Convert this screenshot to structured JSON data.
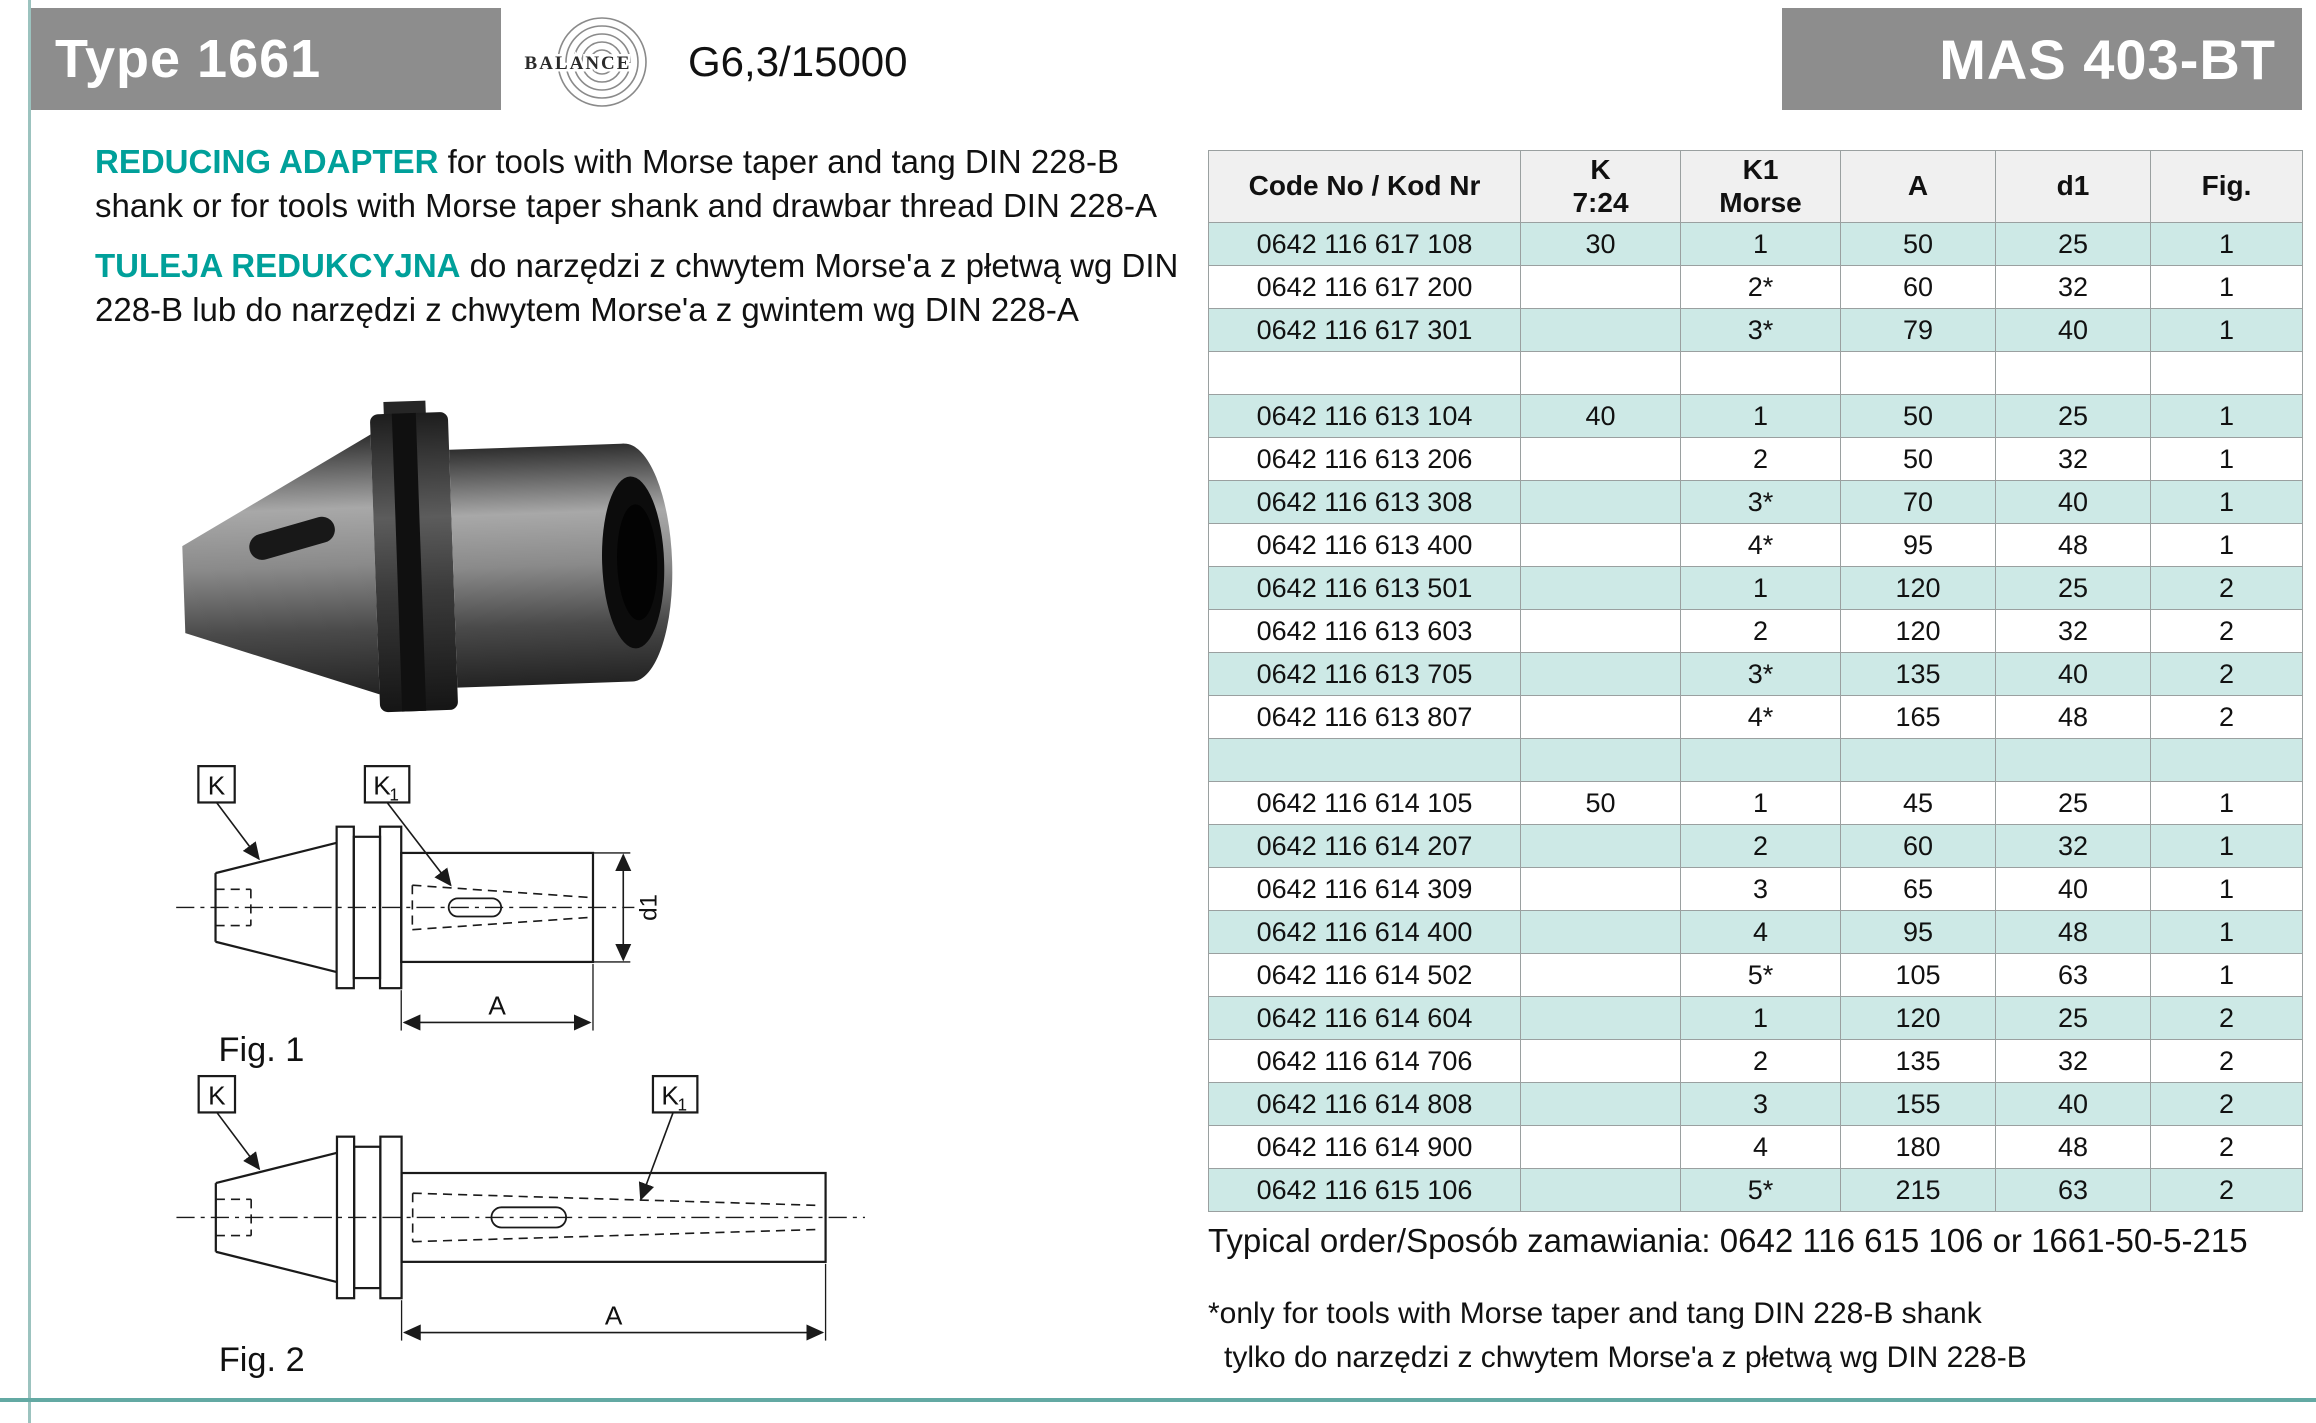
{
  "colors": {
    "accent_teal": "#00a09a",
    "row_tint": "#cde9e6",
    "box_gray": "#8d8d8d"
  },
  "header": {
    "type_label": "Type 1661",
    "balance_word": "BALANCE",
    "balance_value": "G6,3/15000",
    "standard_label": "MAS 403-BT"
  },
  "description": {
    "en_title": "REDUCING ADAPTER",
    "en_body": " for tools with Morse taper and tang DIN 228-B shank or for tools with Morse taper shank and drawbar thread DIN 228-A",
    "pl_title": "TULEJA REDUKCYJNA",
    "pl_body": " do narzędzi z chwytem Morse'a z płetwą wg DIN 228-B lub do narzędzi z chwytem Morse'a z gwintem wg DIN 228-A"
  },
  "figures": {
    "fig1_label": "Fig. 1",
    "fig2_label": "Fig. 2",
    "k_label": "K",
    "k1_main": "K",
    "k1_sub": "1",
    "d1_label": "d1",
    "a_label": "A"
  },
  "table": {
    "headers": [
      {
        "line1": "Code No / Kod Nr",
        "line2": ""
      },
      {
        "line1": "K",
        "line2": "7:24"
      },
      {
        "line1": "K1",
        "line2": "Morse"
      },
      {
        "line1": "A",
        "line2": ""
      },
      {
        "line1": "d1",
        "line2": ""
      },
      {
        "line1": "Fig.",
        "line2": ""
      }
    ],
    "rows": [
      [
        "0642 116 617 108",
        "30",
        "1",
        "50",
        "25",
        "1"
      ],
      [
        "0642 116 617 200",
        "",
        "2*",
        "60",
        "32",
        "1"
      ],
      [
        "0642 116 617 301",
        "",
        "3*",
        "79",
        "40",
        "1"
      ],
      [
        "",
        "",
        "",
        "",
        "",
        ""
      ],
      [
        "0642 116 613 104",
        "40",
        "1",
        "50",
        "25",
        "1"
      ],
      [
        "0642 116 613 206",
        "",
        "2",
        "50",
        "32",
        "1"
      ],
      [
        "0642 116 613 308",
        "",
        "3*",
        "70",
        "40",
        "1"
      ],
      [
        "0642 116 613 400",
        "",
        "4*",
        "95",
        "48",
        "1"
      ],
      [
        "0642 116 613 501",
        "",
        "1",
        "120",
        "25",
        "2"
      ],
      [
        "0642 116 613 603",
        "",
        "2",
        "120",
        "32",
        "2"
      ],
      [
        "0642 116 613 705",
        "",
        "3*",
        "135",
        "40",
        "2"
      ],
      [
        "0642 116 613 807",
        "",
        "4*",
        "165",
        "48",
        "2"
      ],
      [
        "",
        "",
        "",
        "",
        "",
        ""
      ],
      [
        "0642 116 614 105",
        "50",
        "1",
        "45",
        "25",
        "1"
      ],
      [
        "0642 116 614 207",
        "",
        "2",
        "60",
        "32",
        "1"
      ],
      [
        "0642 116 614 309",
        "",
        "3",
        "65",
        "40",
        "1"
      ],
      [
        "0642 116 614 400",
        "",
        "4",
        "95",
        "48",
        "1"
      ],
      [
        "0642 116 614 502",
        "",
        "5*",
        "105",
        "63",
        "1"
      ],
      [
        "0642 116 614 604",
        "",
        "1",
        "120",
        "25",
        "2"
      ],
      [
        "0642 116 614 706",
        "",
        "2",
        "135",
        "32",
        "2"
      ],
      [
        "0642 116 614 808",
        "",
        "3",
        "155",
        "40",
        "2"
      ],
      [
        "0642 116 614 900",
        "",
        "4",
        "180",
        "48",
        "2"
      ],
      [
        "0642 116 615 106",
        "",
        "5*",
        "215",
        "63",
        "2"
      ]
    ]
  },
  "notes": {
    "typical_order": "Typical order/Sposób zamawiania: 0642 116 615 106 or 1661-50-5-215",
    "footnote_en": "*only for tools with Morse taper and tang DIN 228-B shank",
    "footnote_pl": "tylko do narzędzi z chwytem Morse'a z płetwą wg DIN 228-B"
  }
}
